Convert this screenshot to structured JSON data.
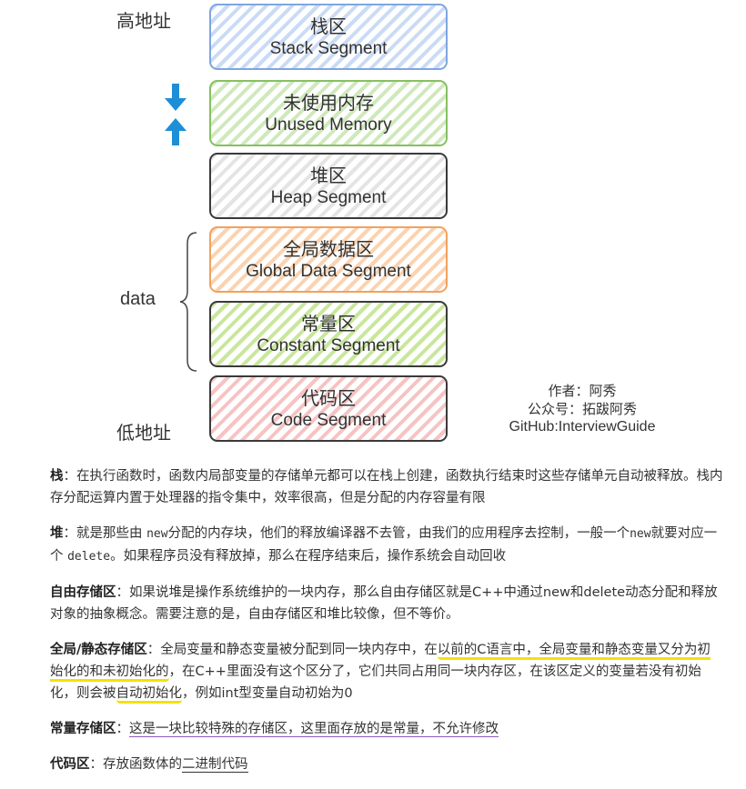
{
  "diagram": {
    "high_address": "高地址",
    "low_address": "低地址",
    "data_label": "data",
    "segments": [
      {
        "cn": "栈区",
        "en": "Stack Segment"
      },
      {
        "cn": "未使用内存",
        "en": "Unused Memory"
      },
      {
        "cn": "堆区",
        "en": "Heap Segment"
      },
      {
        "cn": "全局数据区",
        "en": "Global Data Segment"
      },
      {
        "cn": "常量区",
        "en": "Constant Segment"
      },
      {
        "cn": "代码区",
        "en": "Code Segment"
      }
    ],
    "author": "作者：阿秀",
    "wechat": "公众号：拓跋阿秀",
    "github": "GitHub:InterviewGuide",
    "colors": {
      "arrow": "#1e8fd6"
    }
  },
  "paragraphs": {
    "stack": {
      "title": "栈",
      "sep": "：",
      "text": "在执行函数时，函数内局部变量的存储单元都可以在栈上创建，函数执行结束时这些存储单元自动被释放。栈内存分配运算内置于处理器的指令集中，效率很高，但是分配的内存容量有限"
    },
    "heap": {
      "title": "堆",
      "sep": "：",
      "t1": "就是那些由 ",
      "kw_new": "new",
      "t2": "分配的内存块，他们的释放编译器不去管，由我们的应用程序去控制，一般一个",
      "kw_new2": "new",
      "t3": "就要对应一个 ",
      "kw_delete": "delete",
      "t4": "。如果程序员没有释放掉，那么在程序结束后，操作系统会自动回收"
    },
    "free": {
      "title": "自由存储区",
      "sep": "：",
      "text": "如果说堆是操作系统维护的一块内存，那么自由存储区就是C++中通过new和delete动态分配和释放对象的抽象概念。需要注意的是，自由存储区和堆比较像，但不等价。"
    },
    "global": {
      "title": "全局/静态存储区",
      "sep": "：",
      "t1": "全局变量和静态变量被分配到同一块内存中，在",
      "h1": "以前的C语言中，全局变量和静态变量又分为初始化的和未初始化的",
      "t2": "，在C++里面没有这个区分了，它们共同占用同一块内存区，在该区定义的变量若没有初始化，则会被",
      "h2": "自动初始化",
      "t3": "，例如int型变量自动初始为0"
    },
    "constant": {
      "title": "常量存储区",
      "sep": "：",
      "text": "这是一块比较特殊的存储区，这里面存放的是常量，不允许修改"
    },
    "code": {
      "title": "代码区",
      "sep": "：",
      "t1": "存放函数体的",
      "u1": "二进制代码"
    }
  }
}
